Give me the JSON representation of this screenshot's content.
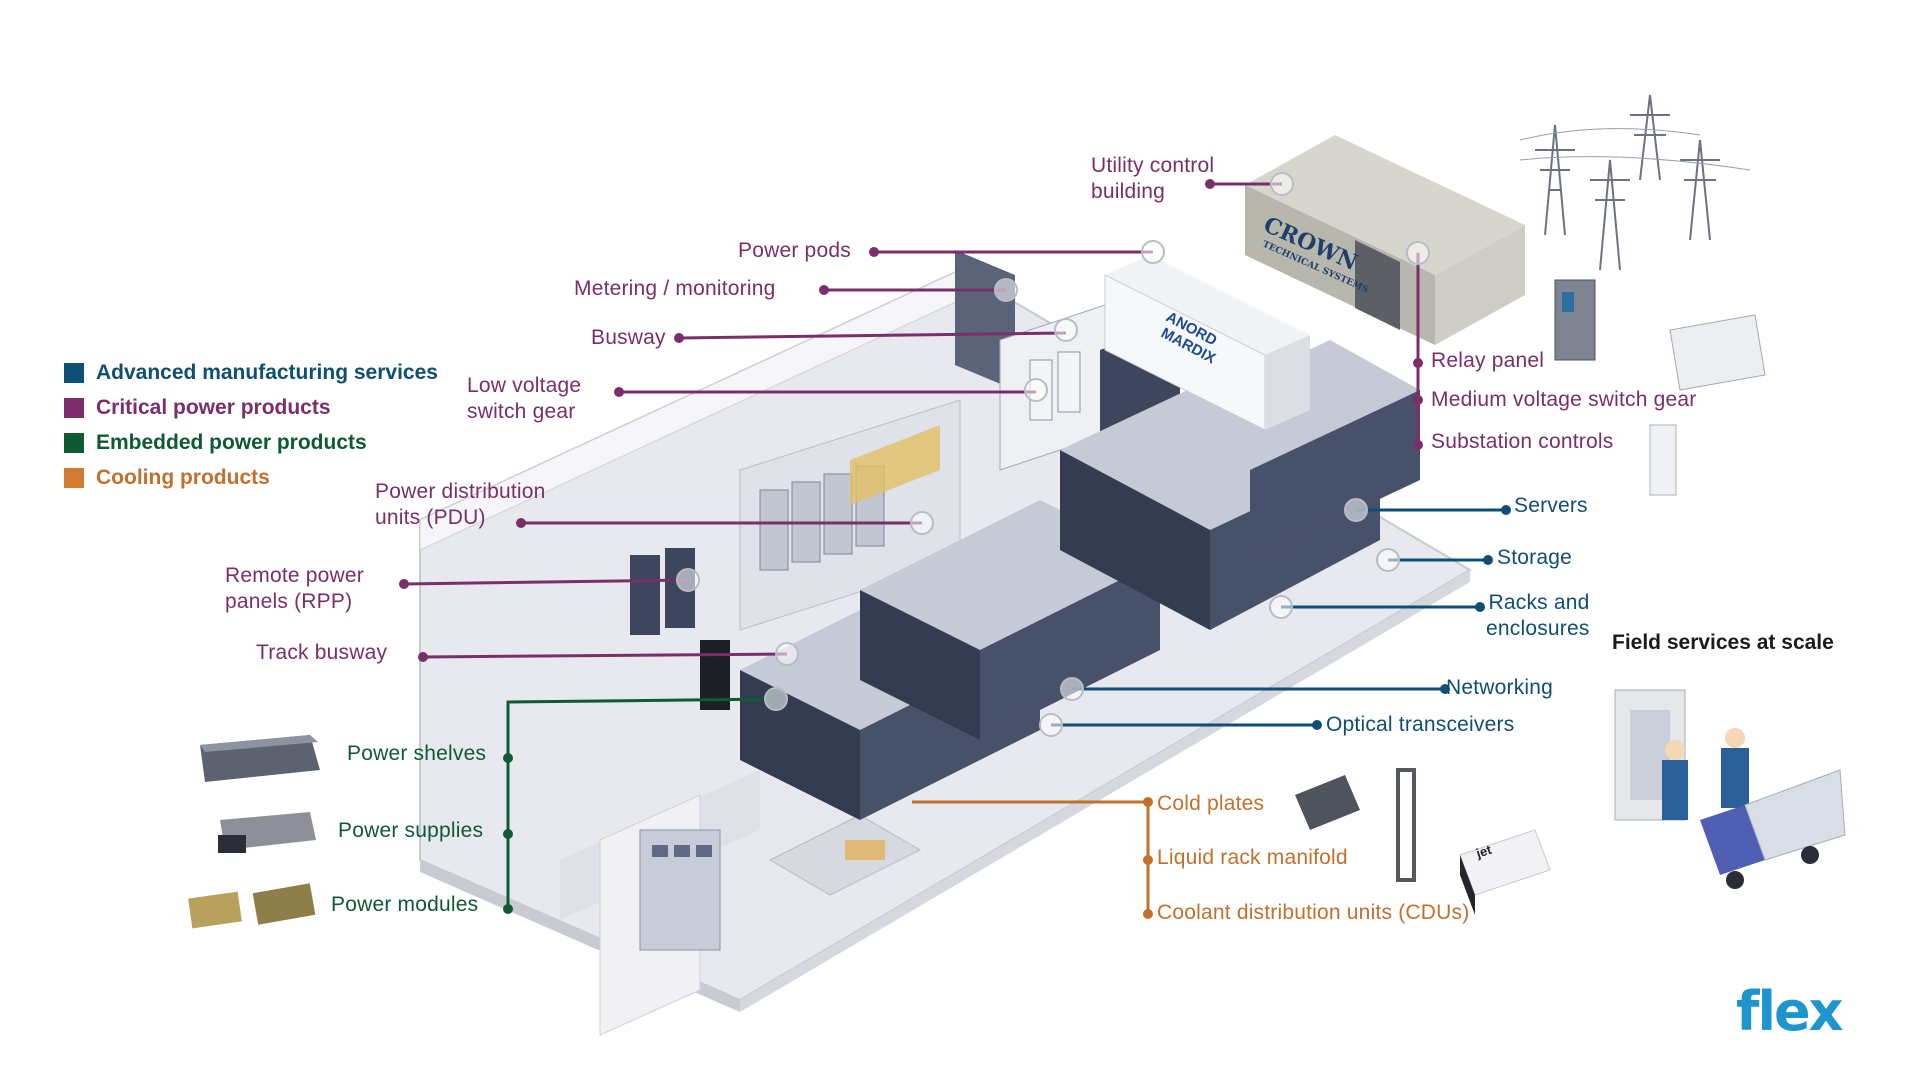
{
  "legend": {
    "items": [
      {
        "label": "Advanced manufacturing services",
        "color": "#0e4f73"
      },
      {
        "label": "Critical power products",
        "color": "#7a2f6a"
      },
      {
        "label": "Embedded power products",
        "color": "#0f5a34"
      },
      {
        "label": "Cooling products",
        "color": "#d27b33"
      }
    ]
  },
  "labels": {
    "utility_control_building": [
      "Utility control",
      "building"
    ],
    "power_pods": "Power pods",
    "metering_monitoring": "Metering / monitoring",
    "busway": "Busway",
    "low_voltage_switch_gear": [
      "Low voltage",
      "switch gear"
    ],
    "pdu": [
      "Power distribution",
      "units (PDU)"
    ],
    "rpp": [
      "Remote power",
      "panels (RPP)"
    ],
    "track_busway": "Track busway",
    "relay_panel": "Relay panel",
    "medium_voltage_switch_gear": "Medium voltage switch gear",
    "substation_controls": "Substation controls",
    "servers": "Servers",
    "storage": "Storage",
    "racks_enclosures": [
      "Racks and",
      "enclosures"
    ],
    "networking": "Networking",
    "optical_transceivers": "Optical transceivers",
    "power_shelves": "Power shelves",
    "power_supplies": "Power supplies",
    "power_modules": "Power modules",
    "cold_plates": "Cold plates",
    "liquid_rack_manifold": "Liquid rack manifold",
    "cdus": "Coolant distribution units (CDUs)"
  },
  "field_services_title": "Field services at scale",
  "brands": {
    "crown_top": "CROWN",
    "crown_bottom": "TECHNICAL SYSTEMS",
    "anord_top": "ANORD",
    "anord_bottom": "MARDIX",
    "jetcool": "jet"
  },
  "logo": "flex",
  "colors": {
    "critical": "#7a2f6a",
    "ams": "#0e4f73",
    "embedded": "#0f5a34",
    "cooling": "#c1712c",
    "floor": "#e8e9ee",
    "wall": "#f6f6f8",
    "rack": "#3a4258"
  }
}
